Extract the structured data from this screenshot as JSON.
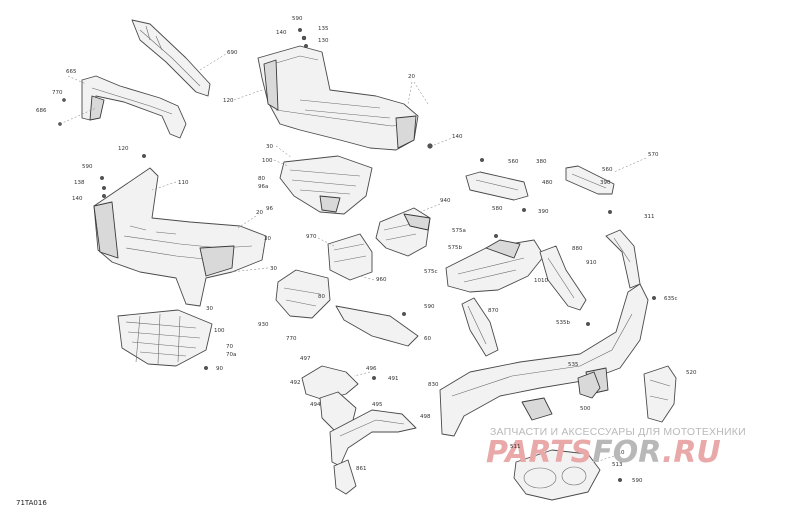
{
  "diagram_code": "71TA016",
  "watermark": {
    "tagline": "ЗАПЧАСТИ И АКСЕССУАРЫ ДЛЯ МОТОТЕХНИКИ",
    "brand_left": "PARTS",
    "brand_mid": "FOR",
    "brand_right": ".RU",
    "color_primary": "#e9a9a9",
    "color_secondary": "#b8b8b8"
  },
  "callouts": {
    "c590a": "590",
    "c135": "135",
    "c140a": "140",
    "c130": "130",
    "c690": "690",
    "c665": "665",
    "c770a": "770",
    "c686": "686",
    "c120a": "120",
    "c20a": "20",
    "c140b": "140",
    "c120b": "120",
    "c590b": "590",
    "c138": "138",
    "c140c": "140",
    "c110": "110",
    "c30a": "30",
    "c100a": "100",
    "c80a": "80",
    "c96a": "96a",
    "c96b": "96",
    "c20b": "20",
    "c30b": "30",
    "c30c": "30",
    "c30d": "30",
    "c100b": "100",
    "c70": "70",
    "c70a": "70a",
    "c90": "90",
    "c970": "970",
    "c940": "940",
    "c960": "960",
    "c930": "930",
    "c770b": "770",
    "c590c": "590",
    "c80": "80",
    "c60": "60",
    "c560a": "560",
    "c380": "380",
    "c580": "580",
    "c390": "390",
    "c570": "570",
    "c560b": "560",
    "c480": "480",
    "c390b": "390",
    "c575a": "575a",
    "c575b": "575b",
    "c575c": "575c",
    "c1010": "1010",
    "c880": "880",
    "c910": "910",
    "c311": "311",
    "c635c": "635c",
    "c870": "870",
    "c535b": "535b",
    "c535": "535",
    "c520": "520",
    "c500": "500",
    "c497": "497",
    "c492": "492",
    "c496": "496",
    "c491": "491",
    "c494": "494",
    "c495": "495",
    "c498": "498",
    "c830": "830",
    "c861": "861",
    "c511": "511",
    "c510": "510",
    "c513": "513",
    "c590d": "590"
  }
}
